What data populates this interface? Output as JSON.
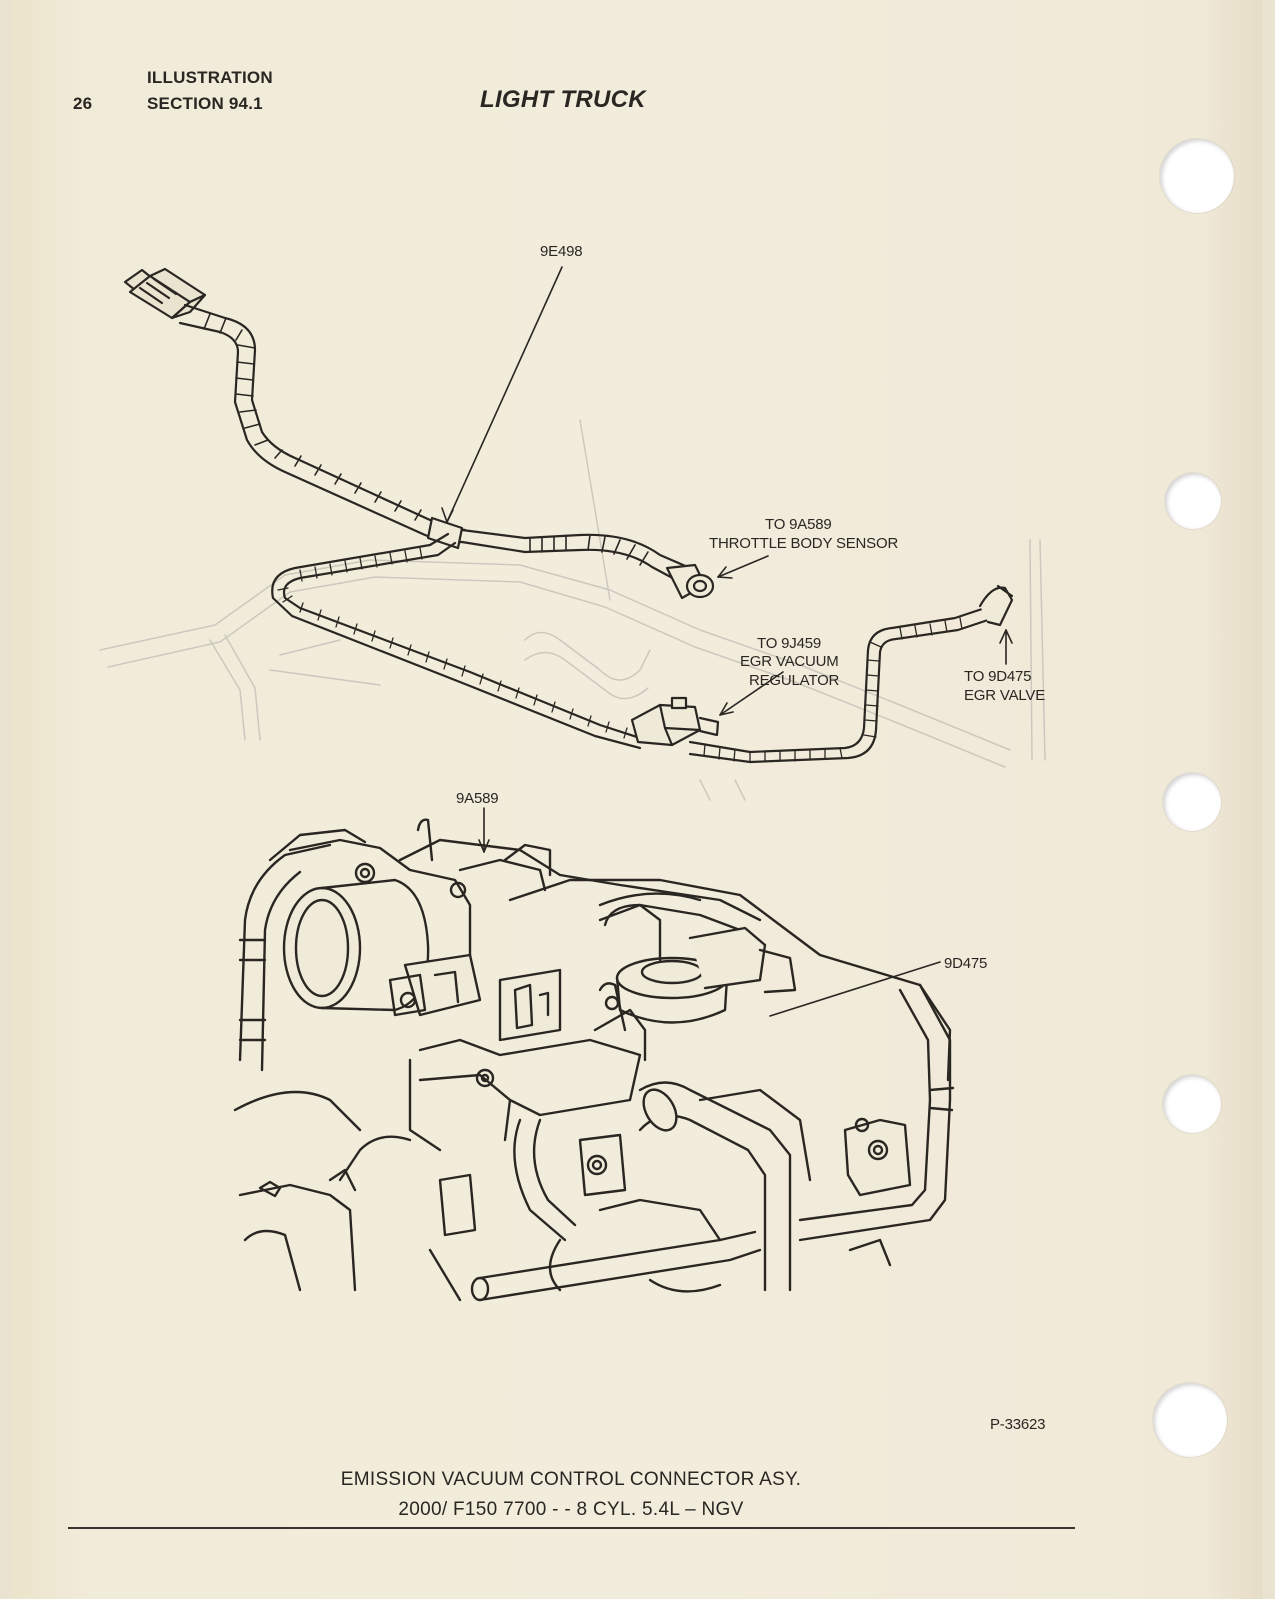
{
  "header": {
    "page_number": "26",
    "section_line1": "ILLUSTRATION",
    "section_line2": "SECTION 94.1",
    "title": "LIGHT TRUCK"
  },
  "labels": {
    "top_part": "9E498",
    "throttle_line1": "TO 9A589",
    "throttle_line2": "THROTTLE BODY SENSOR",
    "egr_reg_line1": "TO 9J459",
    "egr_reg_line2": "EGR VACUUM",
    "egr_reg_line3": "REGULATOR",
    "egr_valve_line1": "TO 9D475",
    "egr_valve_line2": "EGR VALVE",
    "engine_part1": "9A589",
    "engine_part2": "9D475"
  },
  "figure_number": "P-33623",
  "caption": {
    "line1": "EMISSION VACUUM CONTROL CONNECTOR ASY.",
    "line2": "2000/ F150 7700 - - 8 CYL. 5.4L – NGV"
  }
}
